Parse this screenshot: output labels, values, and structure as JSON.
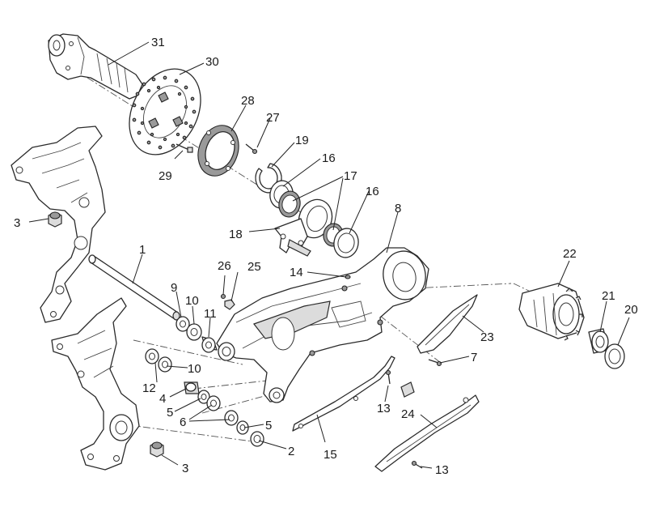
{
  "callouts": {
    "c1": "1",
    "c2": "2",
    "c3a": "3",
    "c3b": "3",
    "c4": "4",
    "c5a": "5",
    "c5b": "5",
    "c6": "6",
    "c7": "7",
    "c8": "8",
    "c9": "9",
    "c10a": "10",
    "c10b": "10",
    "c11": "11",
    "c12": "12",
    "c13a": "13",
    "c13b": "13",
    "c14": "14",
    "c15": "15",
    "c16a": "16",
    "c16b": "16",
    "c17": "17",
    "c18": "18",
    "c19": "19",
    "c20": "20",
    "c21": "21",
    "c22": "22",
    "c23": "23",
    "c24": "24",
    "c25": "25",
    "c26": "26",
    "c27": "27",
    "c28": "28",
    "c29": "29",
    "c30": "30",
    "c31": "31"
  }
}
